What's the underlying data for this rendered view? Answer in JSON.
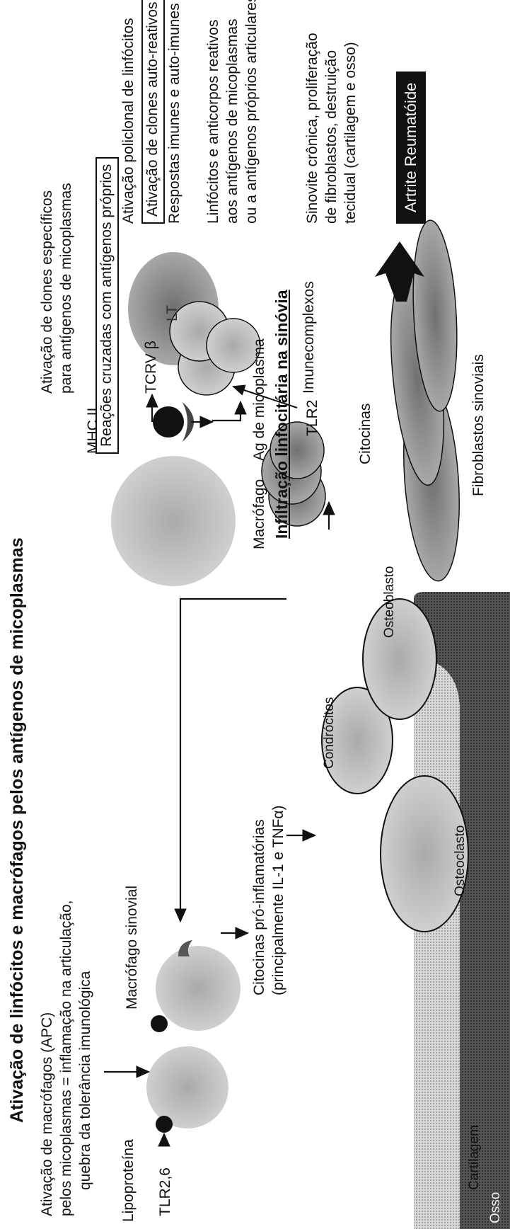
{
  "title": "Ativação de linfócitos e macrófagos pelos antígenos de micoplasmas",
  "left_panel": {
    "apc_line1": "Ativação de macrófagos (APC)",
    "apc_line2": "pelos micoplasmas = inflamação na articulação,",
    "apc_line3": "quebra da tolerância imunológica",
    "lipoproteina": "Lipoproteína",
    "tlr26": "TLR2,6",
    "macrofago_sinovial": "Macrófago sinovial",
    "citocinas_line1": "Citocinas pró-inflamatórias",
    "citocinas_line2": "(principalmente IL-1 e TNFα)"
  },
  "tissue": {
    "osso": "Osso",
    "cartilagem": "Cartilagem",
    "osteoclasto": "Osteoclasto",
    "condrocitos": "Condrócitos",
    "osteoblasto": "Osteoblasto"
  },
  "center_panel": {
    "mhc": "MHC II",
    "tcrv": "TCRV β",
    "macrofago": "Macrófago",
    "ag_micoplasma": "Ag de micoplasma",
    "infiltracao": "Infiltração linfocitária na sinóvia",
    "tlr2": "TLR2",
    "citocinas": "Citocinas",
    "imunecomplexos": "Imunecomplexos",
    "fibroblastos": "Fibroblastos sinoviais",
    "lt": "LT"
  },
  "right_panel": {
    "clones_line1": "Ativação de clones específicos",
    "clones_line2": "para antígenos de micoplasmas",
    "reacoes_cruzadas": "Reações cruzadas com antígenos próprios",
    "policlonal": "Ativação policlonal de linfócitos",
    "autoreativos": "Ativação de clones auto-reativos",
    "respostas": "Respostas imunes e auto-imunes",
    "linfocitos_line1": "Linfócitos e anticorpos reativos",
    "linfocitos_line2": "aos antígenos de micoplasmas",
    "linfocitos_line3": "ou a antígenos próprios articulares",
    "sinovite_line1": "Sinovite crônica, proliferação",
    "sinovite_line2": "de fibroblastos, destruição",
    "sinovite_line3": "tecidual (cartilagem e osso)",
    "artrite": "Artrite Reumatóide"
  },
  "colors": {
    "ink": "#111111",
    "cell_gray": "#b9b9b9",
    "cell_dark": "#8f8f8f",
    "cartilage": "#d8d8d8",
    "bone": "#555555",
    "background": "#ffffff"
  }
}
